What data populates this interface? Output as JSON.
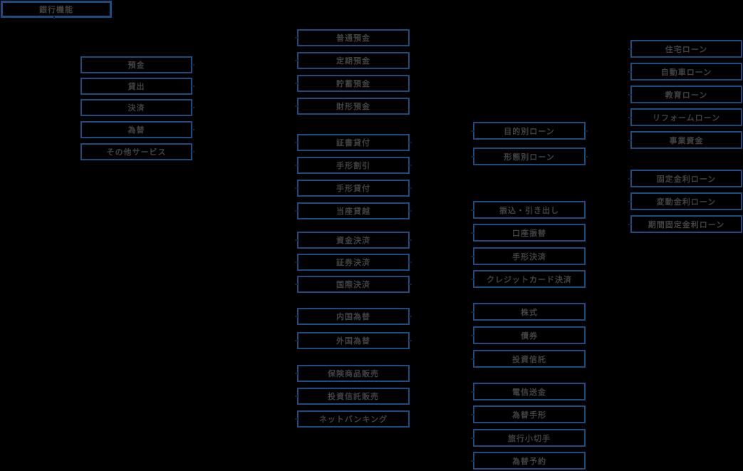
{
  "diagram": {
    "root": {
      "label": "銀行機能"
    },
    "groups": [
      {
        "name": "bank-function-categories",
        "items": [
          "預金",
          "貸出",
          "決済",
          "為替",
          "その他サービス"
        ]
      },
      {
        "name": "deposit-types",
        "items": [
          "普通預金",
          "定期預金",
          "貯蓄預金",
          "財形預金"
        ]
      },
      {
        "name": "lending-methods",
        "items": [
          "証書貸付",
          "手形割引",
          "手形貸付",
          "当座貸越"
        ]
      },
      {
        "name": "settlement-types",
        "items": [
          "資金決済",
          "証券決済",
          "国際決済"
        ]
      },
      {
        "name": "exchange-types",
        "items": [
          "内国為替",
          "外国為替"
        ]
      },
      {
        "name": "other-services",
        "items": [
          "保険商品販売",
          "投資信託販売",
          "ネットバンキング"
        ]
      },
      {
        "name": "loan-categories",
        "items": [
          "目的別ローン",
          "形態別ローン"
        ]
      },
      {
        "name": "fund-settlement-methods",
        "items": [
          "振込・引き出し",
          "口座振替",
          "手形決済",
          "クレジットカード決済"
        ]
      },
      {
        "name": "securities-products",
        "items": [
          "株式",
          "債券",
          "投資信託"
        ]
      },
      {
        "name": "international-settlement-methods",
        "items": [
          "電信送金",
          "為替手形",
          "旅行小切手",
          "為替予約"
        ]
      },
      {
        "name": "purpose-based-loans",
        "items": [
          "住宅ローン",
          "自動車ローン",
          "教育ローン",
          "リフォームローン",
          "事業資金"
        ]
      },
      {
        "name": "rate-type-loans",
        "items": [
          "固定金利ローン",
          "変動金利ローン",
          "期間固定金利ローン"
        ]
      }
    ],
    "colors": {
      "background": "#000000",
      "box_border": "#1c4b80",
      "text": "#424242",
      "connector": "#0d2036"
    }
  }
}
